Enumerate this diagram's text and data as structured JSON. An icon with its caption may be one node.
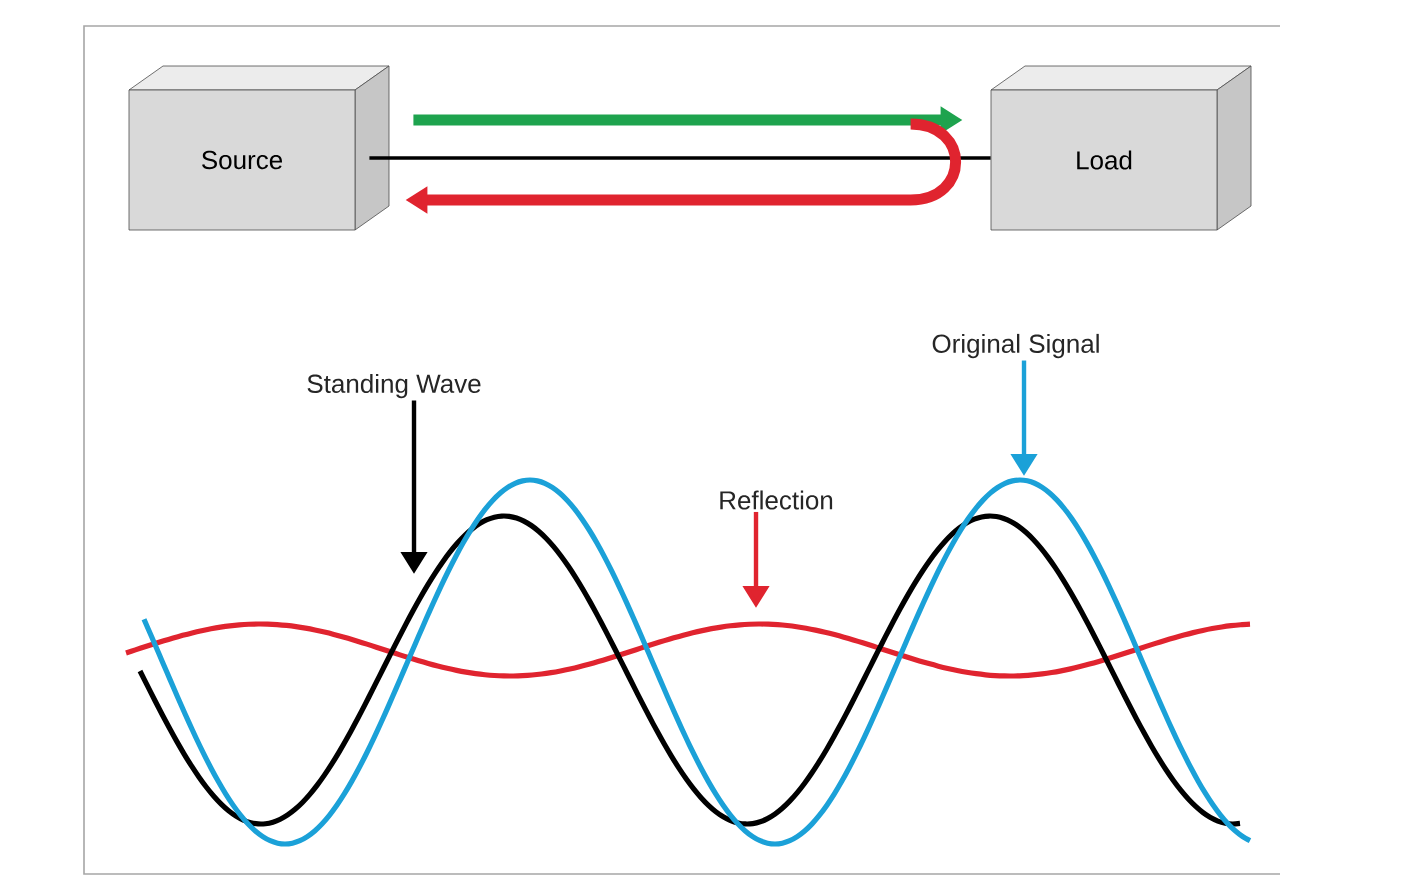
{
  "diagram": {
    "nodes": [
      {
        "text": [
          "Source"
        ]
      },
      {
        "text": [
          "Load"
        ]
      },
      {
        "text": [
          "Standing Wave"
        ]
      },
      {
        "text": [
          "Original Signal"
        ]
      },
      {
        "text": [
          "Reflection"
        ]
      }
    ],
    "edges": [
      {
        "from": 0,
        "to": 1,
        "arrow": "none"
      },
      {
        "from": 0,
        "to": 1,
        "arrow": "to",
        "style": "thick",
        "color": "#1ea34e"
      },
      {
        "from": 1,
        "to": 0,
        "arrow": "to",
        "style": "thick",
        "color": "#e0242f"
      },
      {
        "from": 2,
        "to": null,
        "arrow": "to"
      },
      {
        "from": 3,
        "to": null,
        "arrow": "to",
        "color": "#1ba1d8"
      },
      {
        "from": 4,
        "to": null,
        "arrow": "to",
        "color": "#e0242f"
      }
    ]
  }
}
